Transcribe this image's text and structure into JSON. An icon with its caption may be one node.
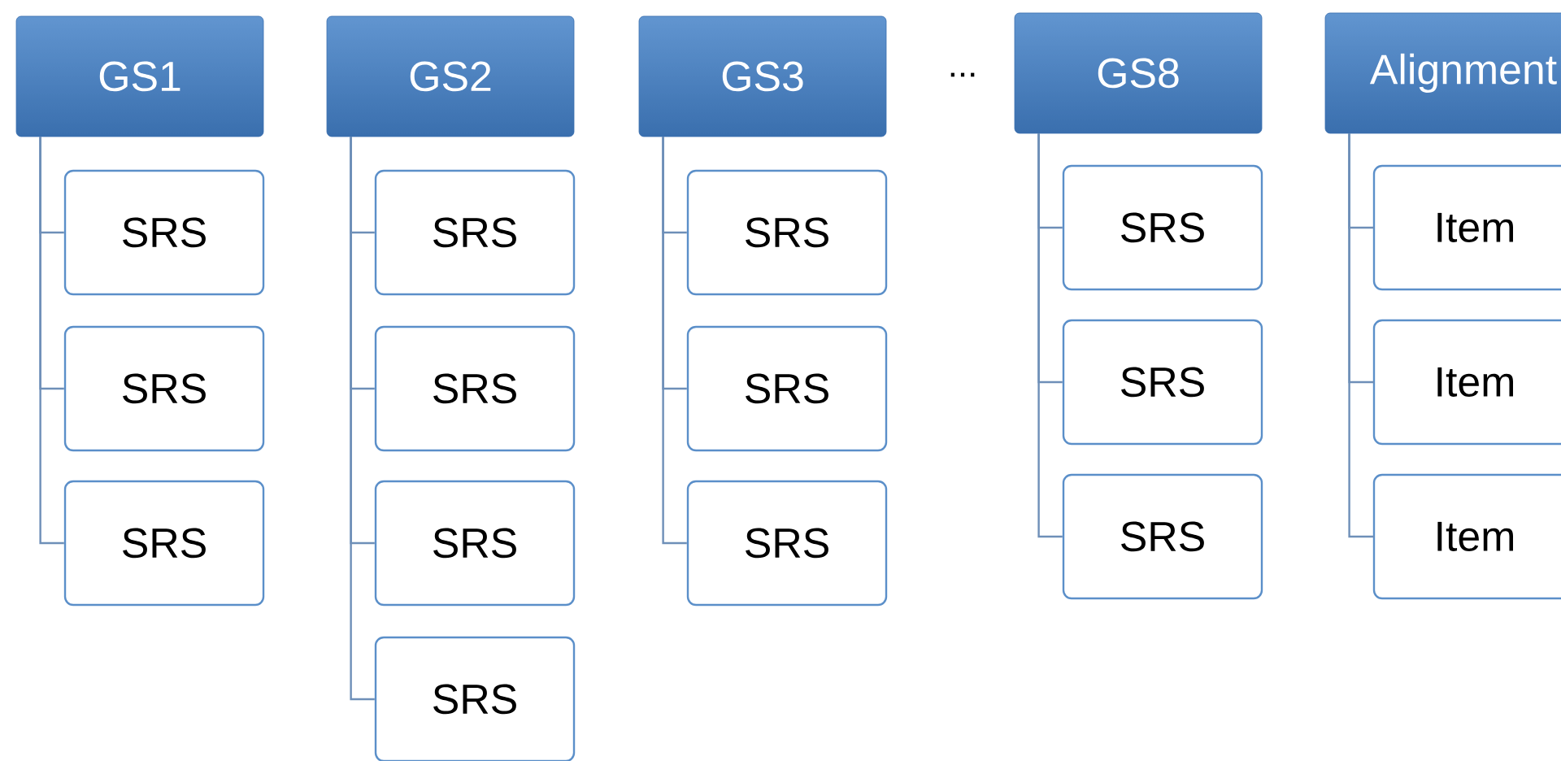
{
  "diagram": {
    "nodes": [
      {
        "text": [
          "GS1"
        ]
      },
      {
        "text": [
          "SRS"
        ]
      },
      {
        "text": [
          "SRS"
        ]
      },
      {
        "text": [
          "SRS"
        ]
      },
      {
        "text": [
          "GS2"
        ]
      },
      {
        "text": [
          "SRS"
        ]
      },
      {
        "text": [
          "SRS"
        ]
      },
      {
        "text": [
          "SRS"
        ]
      },
      {
        "text": [
          "SRS"
        ]
      },
      {
        "text": [
          "GS3"
        ]
      },
      {
        "text": [
          "SRS"
        ]
      },
      {
        "text": [
          "SRS"
        ]
      },
      {
        "text": [
          "SRS"
        ]
      },
      {
        "text": [
          "GS8"
        ]
      },
      {
        "text": [
          "SRS"
        ]
      },
      {
        "text": [
          "SRS"
        ]
      },
      {
        "text": [
          "SRS"
        ]
      },
      {
        "text": [
          "Alignment"
        ]
      },
      {
        "text": [
          "Item"
        ]
      },
      {
        "text": [
          "Item"
        ]
      },
      {
        "text": [
          "Item"
        ]
      }
    ],
    "edges": [
      {
        "from": 0,
        "to": 1,
        "arrow": "none"
      },
      {
        "from": 0,
        "to": 2,
        "arrow": "none"
      },
      {
        "from": 0,
        "to": 3,
        "arrow": "none"
      },
      {
        "from": 4,
        "to": 5,
        "arrow": "none"
      },
      {
        "from": 4,
        "to": 6,
        "arrow": "none"
      },
      {
        "from": 4,
        "to": 7,
        "arrow": "none"
      },
      {
        "from": 4,
        "to": 8,
        "arrow": "none"
      },
      {
        "from": 9,
        "to": 10,
        "arrow": "none"
      },
      {
        "from": 9,
        "to": 11,
        "arrow": "none"
      },
      {
        "from": 9,
        "to": 12,
        "arrow": "none"
      },
      {
        "from": 13,
        "to": 14,
        "arrow": "none"
      },
      {
        "from": 13,
        "to": 15,
        "arrow": "none"
      },
      {
        "from": 13,
        "to": 16,
        "arrow": "none"
      },
      {
        "from": 17,
        "to": 18,
        "arrow": "none"
      },
      {
        "from": 17,
        "to": 19,
        "arrow": "none"
      },
      {
        "from": 17,
        "to": 20,
        "arrow": "none"
      }
    ],
    "labels": [
      "..."
    ]
  }
}
